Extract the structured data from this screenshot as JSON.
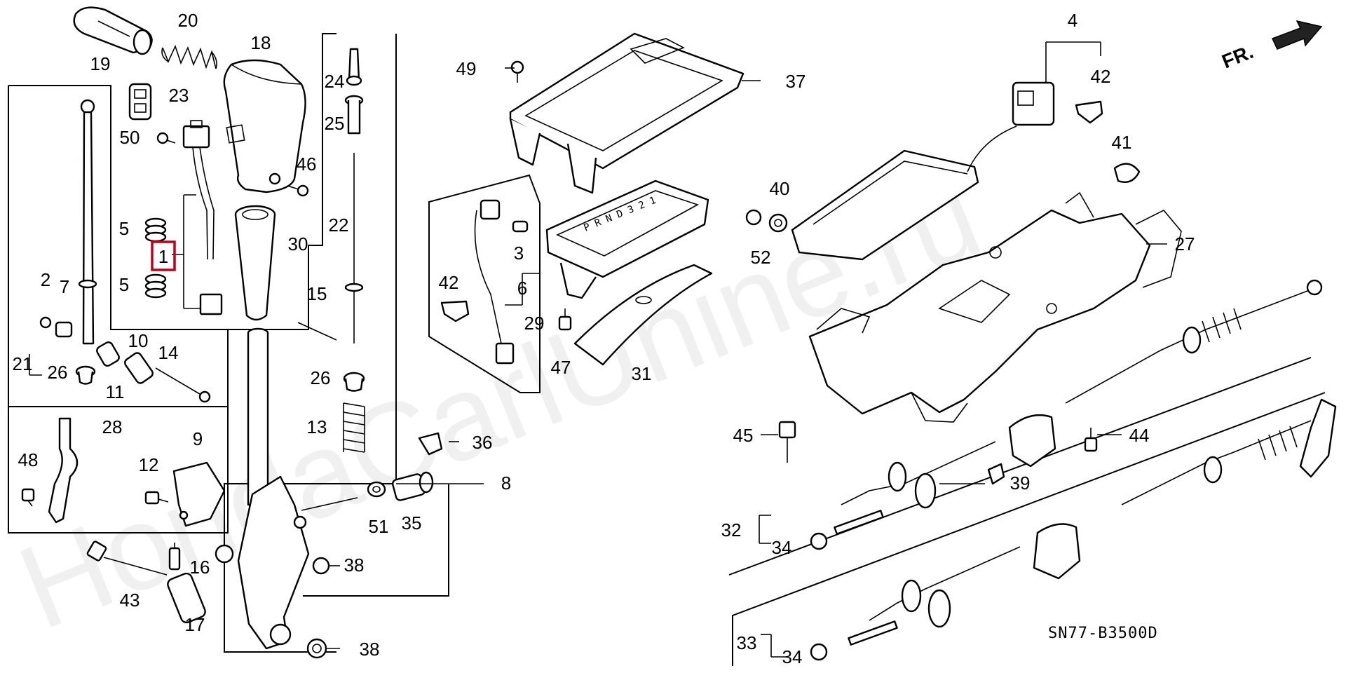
{
  "diagram": {
    "reference_code": "SN77-B3500D",
    "direction_label": "FR.",
    "watermark": "HondaCarlUnine.ru",
    "highlight_color": "#c0001c",
    "highlighted_part": "1",
    "callouts": {
      "c1": "1",
      "c2": "2",
      "c3": "3",
      "c4": "4",
      "c5a": "5",
      "c5b": "5",
      "c6": "6",
      "c7": "7",
      "c8": "8",
      "c9": "9",
      "c10": "10",
      "c11": "11",
      "c12": "12",
      "c13": "13",
      "c14": "14",
      "c15": "15",
      "c16": "16",
      "c17": "17",
      "c18": "18",
      "c19": "19",
      "c20": "20",
      "c21": "21",
      "c22": "22",
      "c23": "23",
      "c24": "24",
      "c25": "25",
      "c26a": "26",
      "c26b": "26",
      "c27": "27",
      "c28": "28",
      "c29": "29",
      "c30": "30",
      "c31": "31",
      "c32": "32",
      "c33": "33",
      "c34a": "34",
      "c34b": "34",
      "c35": "35",
      "c36": "36",
      "c37": "37",
      "c38a": "38",
      "c38b": "38",
      "c39": "39",
      "c40": "40",
      "c41": "41",
      "c42a": "42",
      "c42b": "42",
      "c43": "43",
      "c44": "44",
      "c45": "45",
      "c46": "46",
      "c47": "47",
      "c48": "48",
      "c49": "49",
      "c50": "50",
      "c51": "51",
      "c52": "52"
    },
    "indicator_letters": [
      "P",
      "R",
      "N",
      "D",
      "3",
      "2",
      "1"
    ]
  }
}
